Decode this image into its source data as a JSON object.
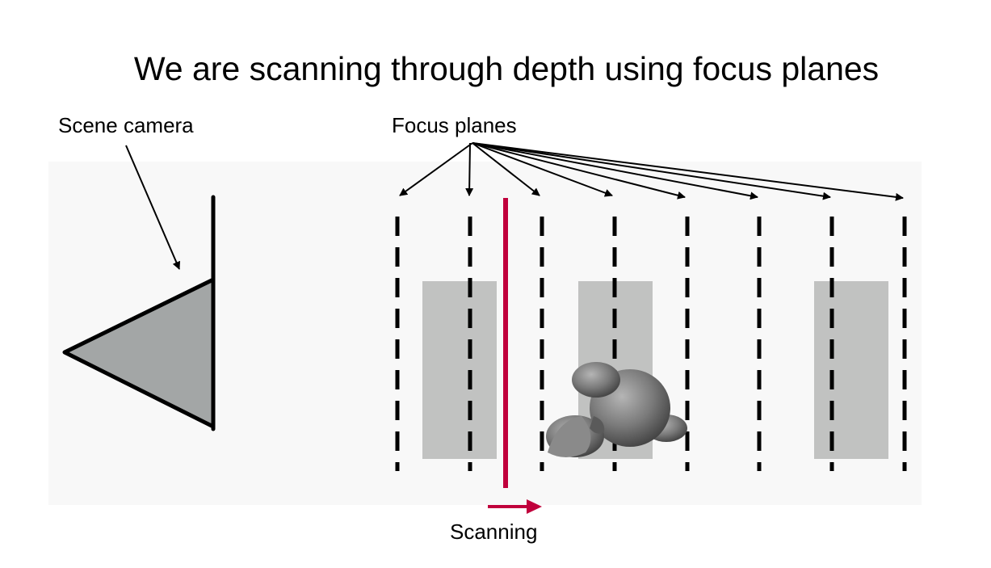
{
  "title": "We are scanning through depth using focus planes",
  "labels": {
    "scene_camera": "Scene camera",
    "focus_planes": "Focus planes",
    "scanning": "Scanning"
  },
  "colors": {
    "panel_background": "#f8f8f8",
    "camera_fill": "#a3a6a6",
    "object_box": "#c1c2c1",
    "scan_line": "#c0003c",
    "plane_dash": "#000000",
    "object_model": "#6e6e6e"
  },
  "focus_plane_count": 8,
  "object_box_count": 3
}
